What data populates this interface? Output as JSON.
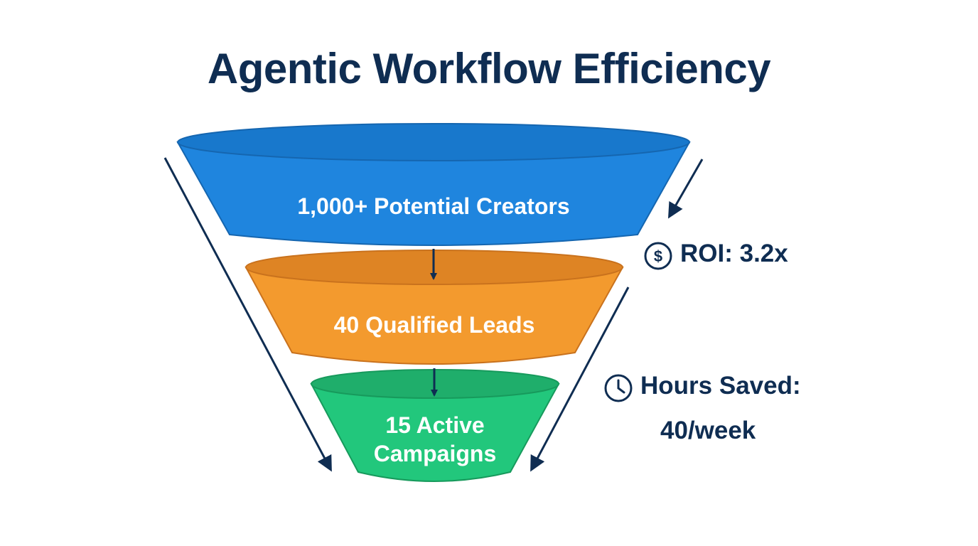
{
  "title": "Agentic Workflow Efficiency",
  "stages": [
    {
      "label": "1,000+ Potential Creators",
      "color": "#1f85de",
      "top_color": "#1878cc",
      "stroke": "#1566b0"
    },
    {
      "label": "40 Qualified Leads",
      "color": "#f39a2e",
      "top_color": "#de8424",
      "stroke": "#c9721d"
    },
    {
      "label": "15 Active Campaigns",
      "color": "#22c77c",
      "top_color": "#1fae6b",
      "stroke": "#179a5c"
    }
  ],
  "metrics": {
    "roi": {
      "icon": "dollar-circle-icon",
      "text": "ROI: 3.2x"
    },
    "hours": {
      "icon": "clock-icon",
      "line1": "Hours Saved:",
      "line2": "40/week"
    }
  },
  "colors": {
    "navy": "#0f2d52",
    "background": "#ffffff"
  }
}
